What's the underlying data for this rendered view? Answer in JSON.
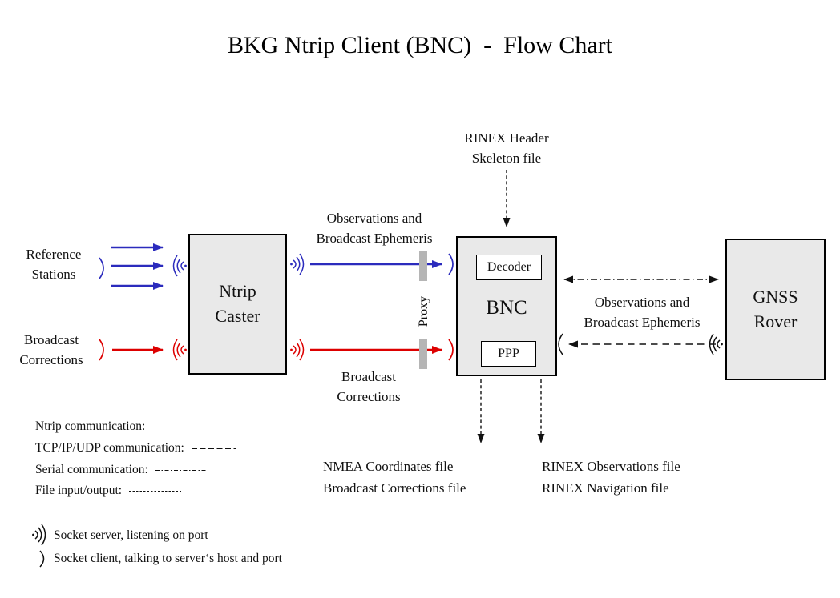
{
  "title": "BKG Ntrip Client (BNC)  -  Flow Chart",
  "colors": {
    "ntrip_blue": "#2b2bbd",
    "corrections_red": "#dd0000",
    "box_fill": "#e9e9e9",
    "box_border": "#000000",
    "proxy_gray": "#b5b5b5",
    "line_black": "#111111"
  },
  "nodes": {
    "ntrip_caster": "Ntrip\nCaster",
    "bnc": "BNC",
    "decoder": "Decoder",
    "ppp": "PPP",
    "gnss_rover": "GNSS\nRover"
  },
  "labels": {
    "reference_stations": "Reference\nStations",
    "broadcast_corrections_in": "Broadcast\nCorrections",
    "observations_ephemeris_left": "Observations and\nBroadcast Ephemeris",
    "broadcast_corrections_mid": "Broadcast\nCorrections",
    "proxy": "Proxy",
    "rinex_header_skeleton": "RINEX Header\nSkeleton file",
    "observations_ephemeris_right": "Observations and\nBroadcast Ephemeris"
  },
  "outputs": {
    "left": "NMEA Coordinates file\nBroadcast Corrections file",
    "right": "RINEX Observations file\nRINEX Navigation file"
  },
  "legend": {
    "ntrip": "Ntrip communication:",
    "tcp": "TCP/IP/UDP communication:",
    "serial": "Serial communication:",
    "file": "File input/output:",
    "socket_server": "Socket server, listening on port",
    "socket_client": "Socket client, talking to server‘s host and port"
  }
}
